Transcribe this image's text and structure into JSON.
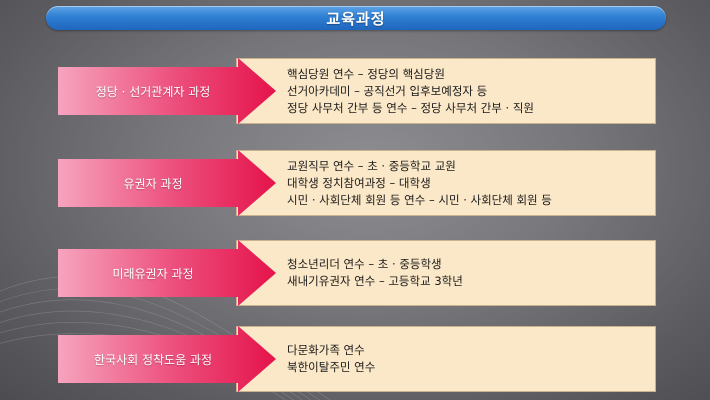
{
  "title": "교육과정",
  "colors": {
    "title_bar": "#2f7fd3",
    "arrow_start": "#f6a4be",
    "arrow_end": "#e5134b",
    "content_bg": "#fbe8c8"
  },
  "courses": [
    {
      "label": "정당 · 선거관계자 과정",
      "lines": [
        "핵심당원 연수 – 정당의 핵심당원",
        "선거아카데미 – 공직선거 입후보예정자 등",
        "정당 사무처 간부 등 연수 – 정당 사무처 간부 · 직원"
      ]
    },
    {
      "label": "유권자 과정",
      "lines": [
        "교원직무 연수 – 초 · 중등학교 교원",
        "대학생 정치참여과정 – 대학생",
        "시민 · 사회단체 회원 등 연수 – 시민 · 사회단체 회원 등"
      ]
    },
    {
      "label": "미래유권자 과정",
      "lines": [
        "청소년리더 연수 – 초 · 중등학생",
        "새내기유권자 연수 – 고등학교 3학년"
      ]
    },
    {
      "label": "한국사회 정착도움 과정",
      "lines": [
        "다문화가족 연수",
        "북한이탈주민 연수"
      ]
    }
  ]
}
